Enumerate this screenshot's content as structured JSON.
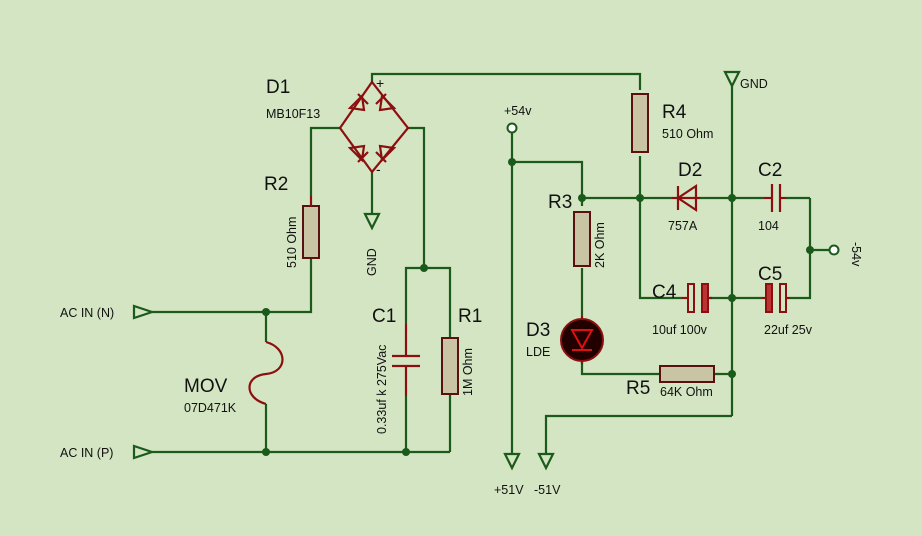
{
  "colors": {
    "background": "#d4e5c3",
    "wire": "#1a5a1a",
    "component": "#8b0f0f",
    "resistor_body": "#c9c4a4",
    "led_body": "#220000"
  },
  "components": {
    "D1": {
      "ref": "D1",
      "value": "MB10F13",
      "plus": "+",
      "minus": "-"
    },
    "R2": {
      "ref": "R2",
      "value": "510 Ohm"
    },
    "R4": {
      "ref": "R4",
      "value": "510 Ohm"
    },
    "R3": {
      "ref": "R3",
      "value": "2K Ohm"
    },
    "R1": {
      "ref": "R1",
      "value": "1M Ohm"
    },
    "R5": {
      "ref": "R5",
      "value": "64K Ohm"
    },
    "D2": {
      "ref": "D2",
      "value": "757A"
    },
    "D3": {
      "ref": "D3",
      "value": "LDE"
    },
    "C1": {
      "ref": "C1",
      "value": "0.33uf k 275Vac"
    },
    "C2": {
      "ref": "C2",
      "value": "104"
    },
    "C4": {
      "ref": "C4",
      "value": "10uf 100v"
    },
    "C5": {
      "ref": "C5",
      "value": "22uf 25v"
    },
    "MOV": {
      "ref": "MOV",
      "value": "07D471K"
    }
  },
  "terminals": {
    "ac_in_n": "AC IN (N)",
    "ac_in_p": "AC IN (P)",
    "gnd_top": "GND",
    "gnd_bridge": "GND",
    "plus54": "+54v",
    "minus54": "-54v",
    "plus51": "+51V",
    "minus51": "-51V"
  }
}
